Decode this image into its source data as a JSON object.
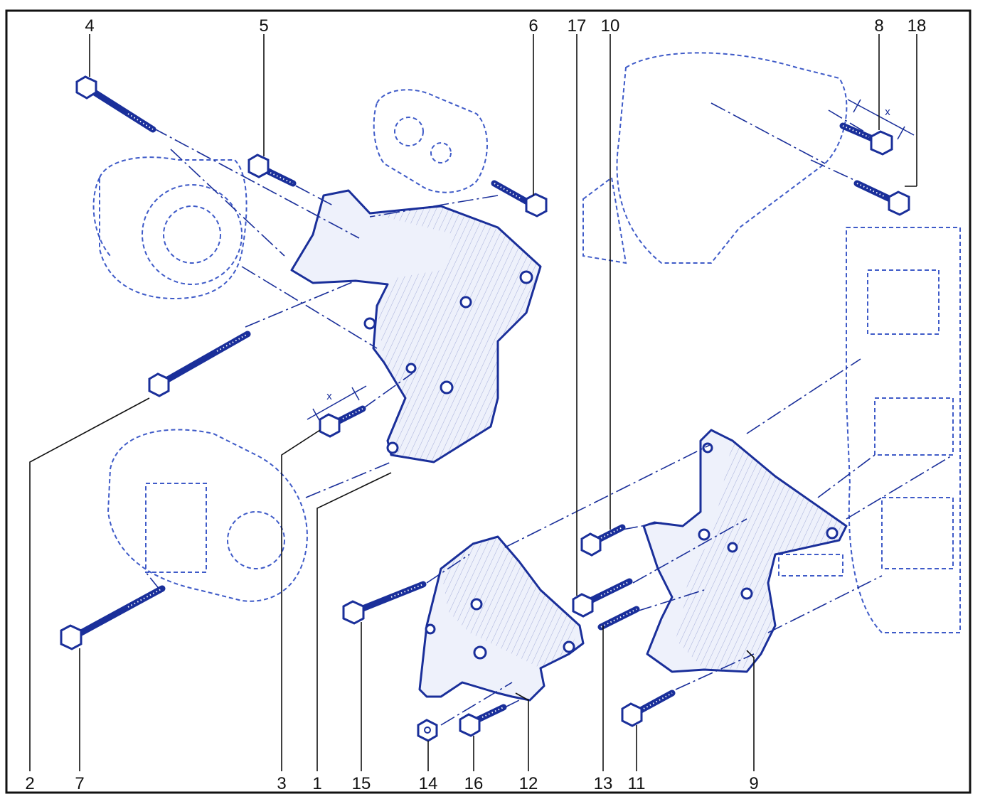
{
  "callouts": {
    "c1": "1",
    "c2": "2",
    "c3": "3",
    "c4": "4",
    "c5": "5",
    "c6": "6",
    "c7": "7",
    "c8": "8",
    "c9": "9",
    "c10": "10",
    "c11": "11",
    "c12": "12",
    "c13": "13",
    "c14": "14",
    "c15": "15",
    "c16": "16",
    "c17": "17",
    "c18": "18"
  },
  "dimension_label": "x",
  "colors": {
    "line": "#1a2f9a",
    "ghost": "#3f5bc8",
    "frame": "#111111"
  }
}
